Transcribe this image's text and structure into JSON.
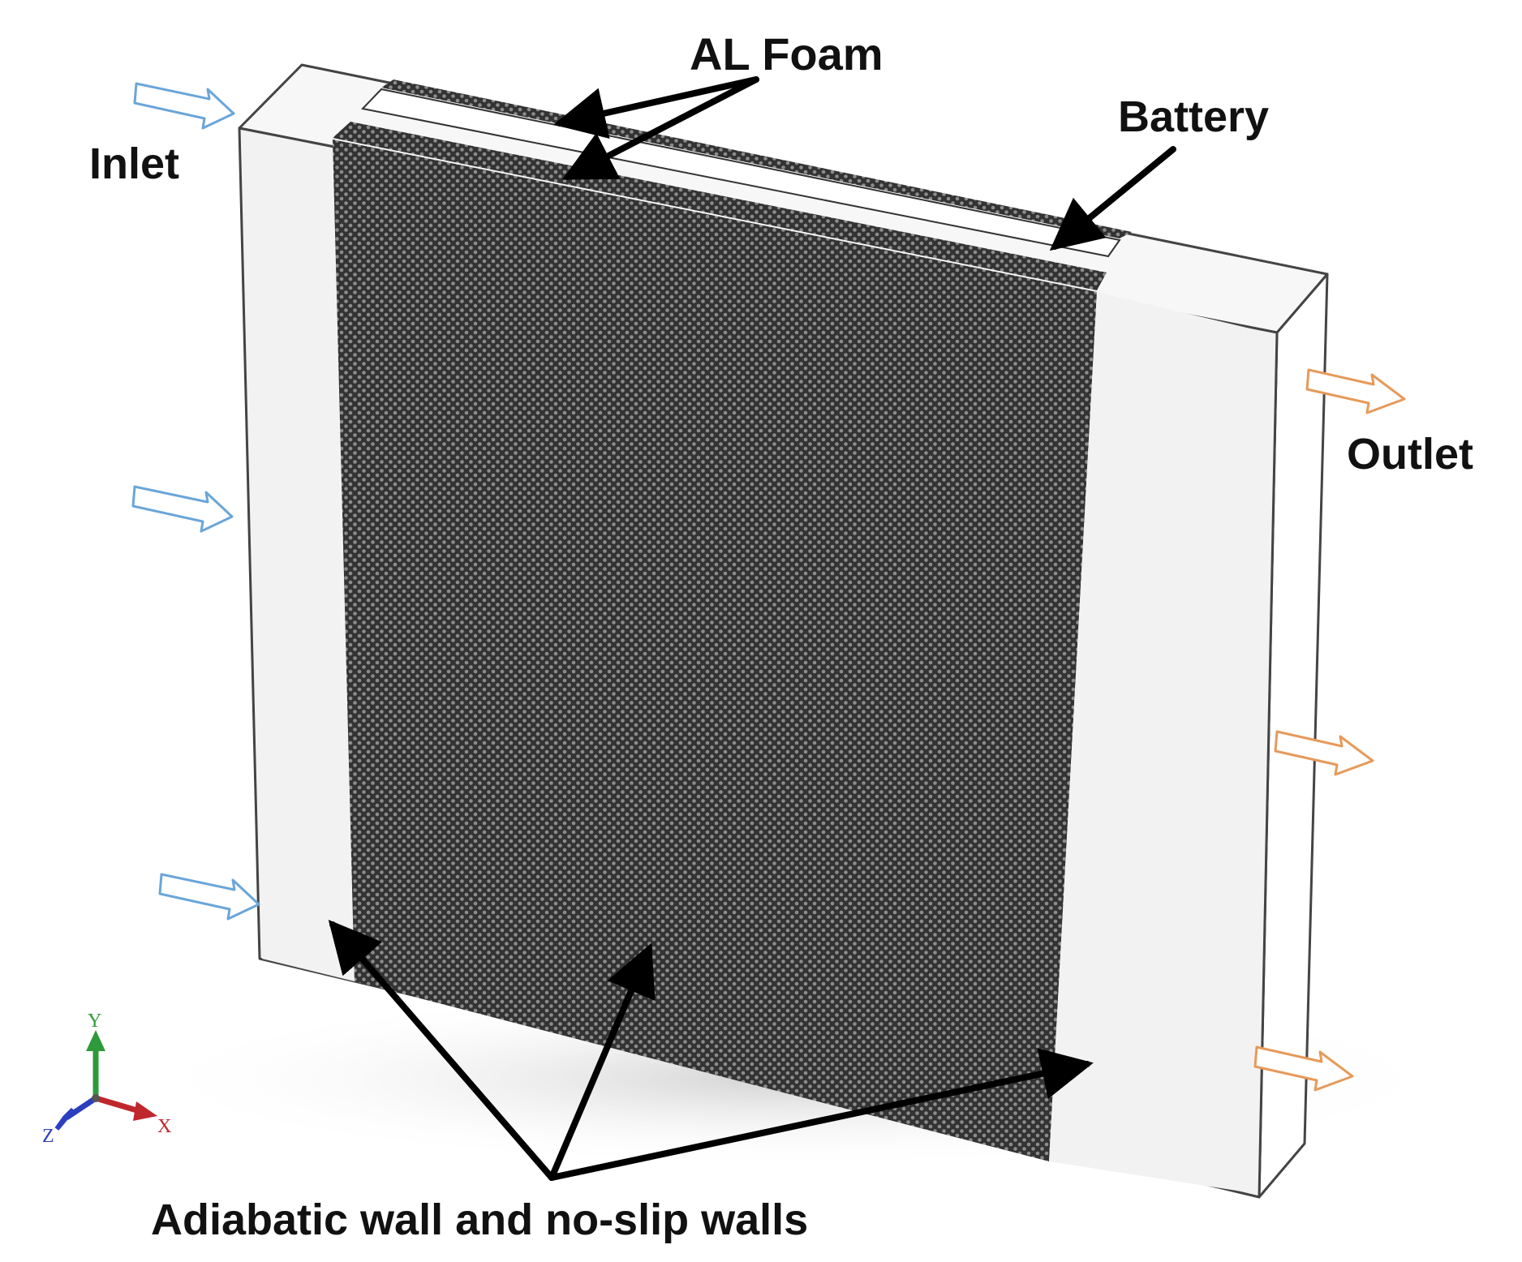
{
  "labels": {
    "al_foam": "AL Foam",
    "battery": "Battery",
    "inlet": "Inlet",
    "outlet": "Outlet",
    "walls": "Adiabatic wall and no-slip walls"
  },
  "axes": {
    "y": "Y",
    "x": "X",
    "z": "Z"
  },
  "colors": {
    "inlet_arrow": "#6aa6d8",
    "outlet_arrow": "#e69a5a",
    "foam": "#3a3a3a",
    "wall_face": "#f2f2f2",
    "y_axis": "#2e9a3a",
    "x_axis": "#c0272d",
    "z_axis": "#2c3fbf"
  },
  "icons": {
    "inlet_arrows": "hollow-right-arrow",
    "outlet_arrows": "hollow-right-arrow",
    "axis_triad": "xyz-axis-triad"
  }
}
